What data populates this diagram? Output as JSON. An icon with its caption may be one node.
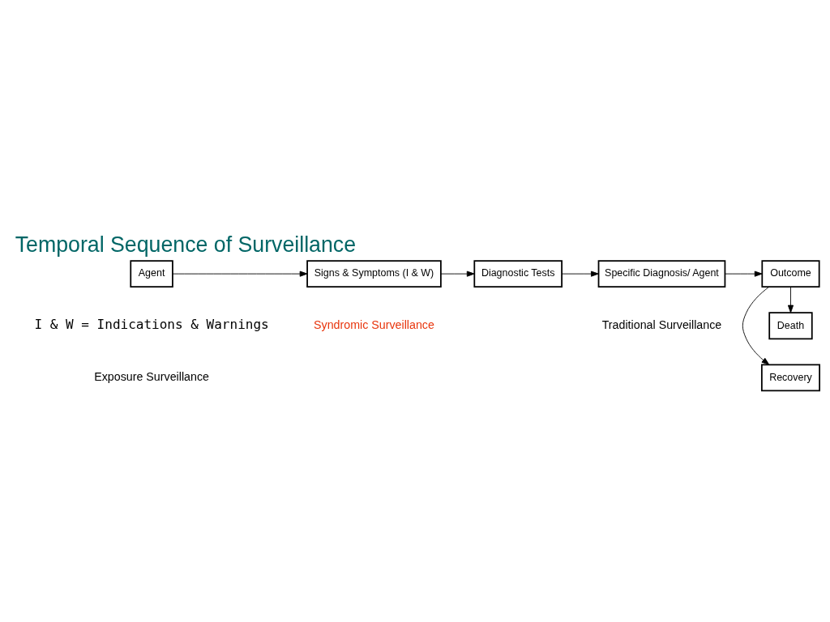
{
  "diagram": {
    "title": "Temporal Sequence of Surveillance",
    "nodes": [
      {
        "text": [
          "Agent"
        ]
      },
      {
        "text": [
          "Signs & Symptoms (I & W)"
        ]
      },
      {
        "text": [
          "Diagnostic Tests"
        ]
      },
      {
        "text": [
          "Specific Diagnosis/ Agent"
        ]
      },
      {
        "text": [
          "Outcome"
        ]
      },
      {
        "text": [
          "Recovery"
        ]
      },
      {
        "text": [
          "Death"
        ]
      }
    ],
    "edges": [
      {
        "from": 0,
        "to": 1,
        "arrow": "to"
      },
      {
        "from": 1,
        "to": 2,
        "arrow": "to"
      },
      {
        "from": 2,
        "to": 3,
        "arrow": "to"
      },
      {
        "from": 3,
        "to": 4,
        "arrow": "to"
      },
      {
        "from": 4,
        "to": 5,
        "arrow": "to"
      },
      {
        "from": 4,
        "to": 6,
        "arrow": "to"
      }
    ],
    "labels": [
      "Exposure Surveillance",
      "Syndromic Surveillance",
      "Traditional Surveillance",
      "I & W = Indications & Warnings"
    ]
  }
}
